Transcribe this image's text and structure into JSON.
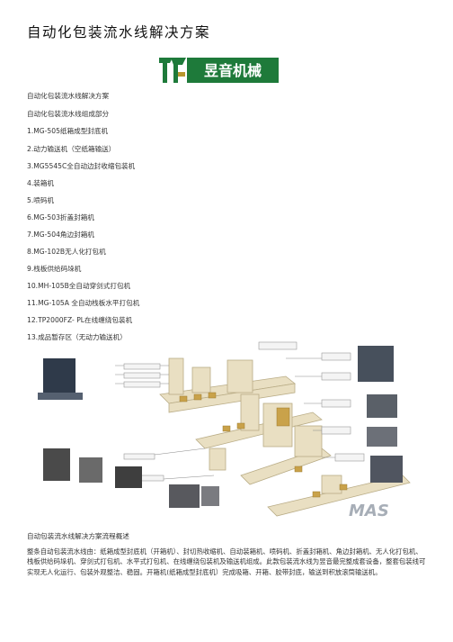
{
  "document": {
    "title": "自动化包装流水线解决方案",
    "logo_text": "昱音机械",
    "lines": [
      "自动化包装流水线解决方案",
      "自动化包装流水线组成部分",
      "1.MG-505纸箱成型封底机",
      "2.动力输送机（空纸箱输送）",
      "3.MG5545C全自动边封收缩包装机",
      "4.装箱机",
      "5.喷码机",
      "6.MG-503折盖封箱机",
      "7.MG-504角边封箱机",
      "8.MG-102B无人化打包机",
      "9.栈板供给码垛机",
      "10.MH-105B全自动穿剑式打包机",
      "11.MG-105A 全自动栈板水平打包机",
      "12.TP2000FZ- PL在线缠绕包装机",
      "13.成品暂存区（无动力输送机）"
    ],
    "diagram_caption": "自动包装流水线解决方案流程概述",
    "paragraph": "整条自动包装流水线由：纸箱成型封底机（开箱机）、封切热收缩机、自动装箱机、喷码机、折盖封箱机、角边封箱机、无人化打包机、栈板供给码垛机、穿剑式打包机、水平式打包机、在线缠绕包装机及输送机组成。此款包装流水线为昱音最完整成套设备，整套包装线可实现无人化运行、包装外观整洁、稳固。开箱机(纸箱成型封底机）完成吸箱、开箱、胶带封底，输送到积放滚筒输送机。",
    "diagram_watermark": "MAS"
  },
  "colors": {
    "logo_green": "#1e7a3a",
    "logo_gold": "#b8962e",
    "machine_tan": "#e9dfc2",
    "machine_outline": "#b9ac86"
  }
}
